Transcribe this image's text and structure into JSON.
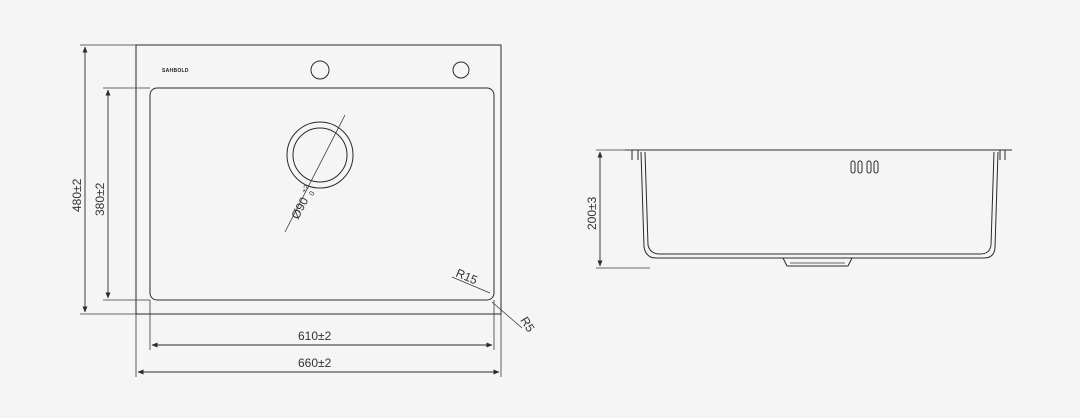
{
  "brand": "SAHBOLD",
  "dimensions": {
    "outer_height": "480±2",
    "inner_height": "380±2",
    "inner_width": "610±2",
    "outer_width": "660±2",
    "drain_diameter_base": "Ø90",
    "drain_tol_upper": "+2",
    "drain_tol_lower": "0",
    "corner_radius_inner": "R15",
    "corner_radius_outer": "R5",
    "depth": "200±3"
  },
  "colors": {
    "line": "#2b2b2b",
    "background": "#f4f5f4"
  }
}
